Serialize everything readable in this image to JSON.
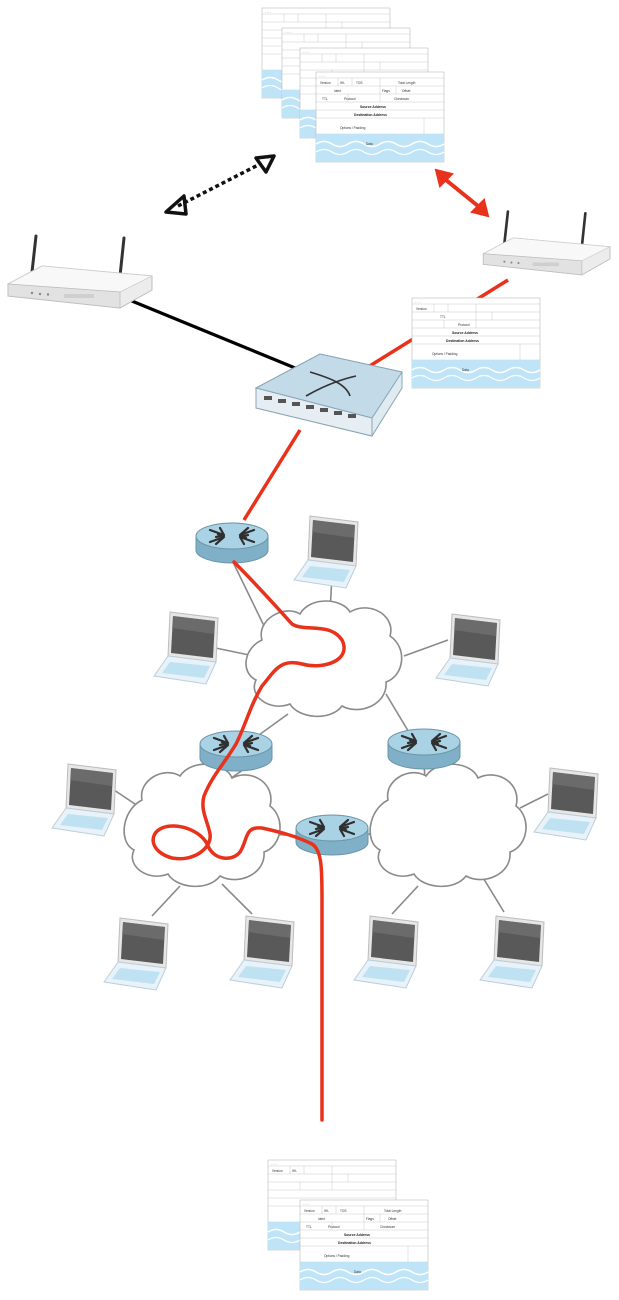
{
  "packet_header": {
    "field_version": "Version",
    "field_ihl": "IHL",
    "field_tos": "TOS",
    "field_total_length": "Total Length",
    "field_identification": "Ident",
    "field_flags": "Flags",
    "field_offset": "Offset",
    "field_ttl": "TTL",
    "field_protocol": "Protocol",
    "field_checksum": "Checksum",
    "field_source": "Source Address",
    "field_dest": "Destination Address",
    "field_options": "Options / Padding",
    "field_data": "Data"
  },
  "colors": {
    "path": "#e8321c",
    "wired": "#000000",
    "payload": "#bfe4f7",
    "payload_wave": "#ffffff",
    "router": "#9fc9dc",
    "screen": "#5a5a5a"
  },
  "icons": [
    "wifi-router-icon",
    "network-switch-icon",
    "router-icon",
    "laptop-icon",
    "cloud-icon",
    "packet-icon",
    "double-arrow-icon"
  ]
}
